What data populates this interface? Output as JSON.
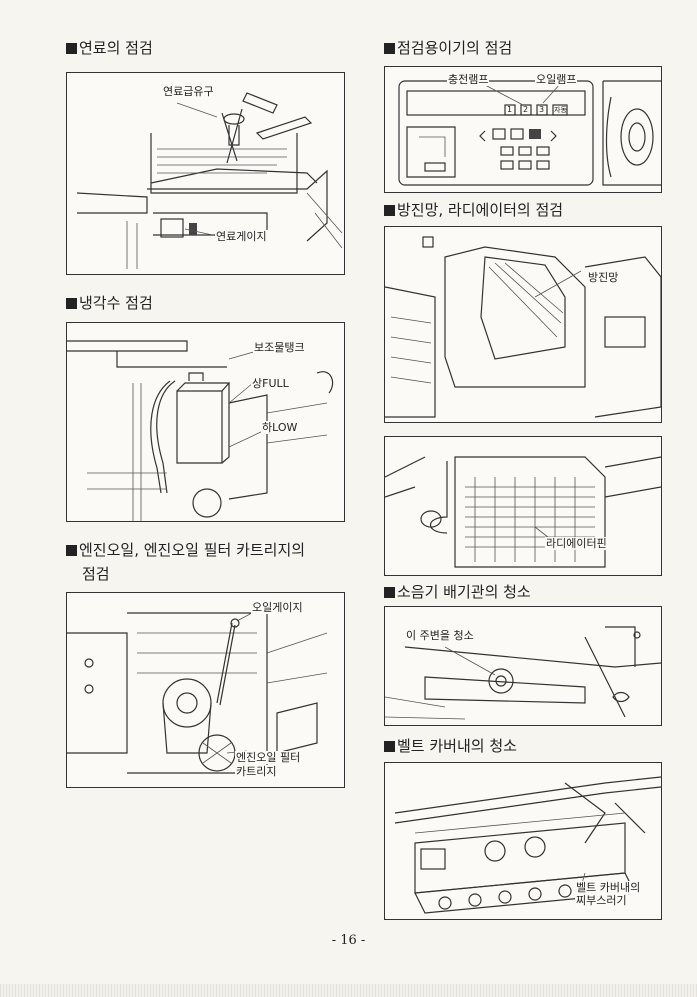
{
  "left": {
    "fuel": {
      "heading": "연료의 점검",
      "labels": {
        "fuel_inlet": "연료급유구",
        "fuel_gauge": "연료게이지"
      }
    },
    "coolant": {
      "heading": "냉각수 점검",
      "labels": {
        "reserve_tank": "보조물탱크",
        "full": "상FULL",
        "low": "하LOW"
      }
    },
    "engine_oil": {
      "heading_line1": "엔진오일, 엔진오일 필터 카트리지의",
      "heading_line2": "점검",
      "labels": {
        "oil_gauge": "오일게이지",
        "filter_line1": "엔진오일 필터",
        "filter_line2": "카트리지"
      }
    }
  },
  "right": {
    "instruments": {
      "heading": "점검용이기의 점검",
      "labels": {
        "charge_lamp": "충전램프",
        "oil_lamp": "오일램프"
      },
      "panel_buttons": [
        "1",
        "2",
        "3",
        "자동"
      ]
    },
    "screen_radiator": {
      "heading": "방진망, 라디에이터의 점검",
      "labels": {
        "screen": "방진망",
        "radiator_fin": "라디에이터핀"
      }
    },
    "muffler": {
      "heading": "소음기 배기관의 청소",
      "labels": {
        "around": "이 주변을 청소"
      }
    },
    "belt_cover": {
      "heading": "벨트 카버내의 청소",
      "labels": {
        "line1": "벨트 카버내의",
        "line2": "찌부스러기"
      }
    }
  },
  "page_number": "- 16 -"
}
